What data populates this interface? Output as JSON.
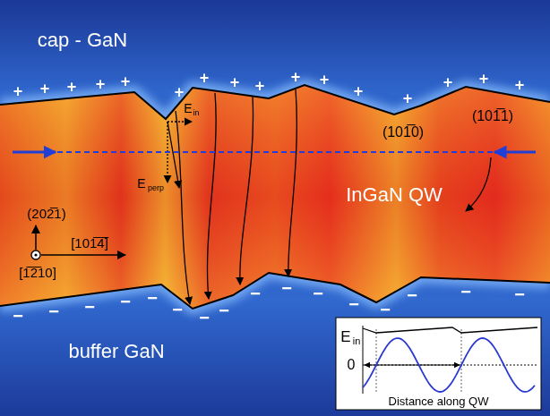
{
  "diagram": {
    "nodes": [
      {
        "text": [
          "cap - GaN"
        ]
      },
      {
        "text": [
          "InGaN QW"
        ]
      },
      {
        "text": [
          "buffer GaN"
        ]
      },
      {
        "text": [
          "Distance along QW"
        ]
      }
    ],
    "labels": [
      "+",
      "+",
      "+",
      "+",
      "+",
      "+",
      "+",
      "+",
      "+",
      "+",
      "+",
      "+",
      "+",
      "+",
      "+",
      "+",
      "(101̅0)",
      "(101̅1)",
      "E",
      "in",
      "E",
      "perp",
      "(202̅1)",
      "[101̅4̅]",
      "[1̅2̅10]",
      "−",
      "−",
      "−",
      "−",
      "−",
      "−",
      "−",
      "−",
      "−",
      "−",
      "−",
      "−",
      "−",
      "−",
      "−",
      "−",
      "E",
      "in",
      "0"
    ]
  }
}
